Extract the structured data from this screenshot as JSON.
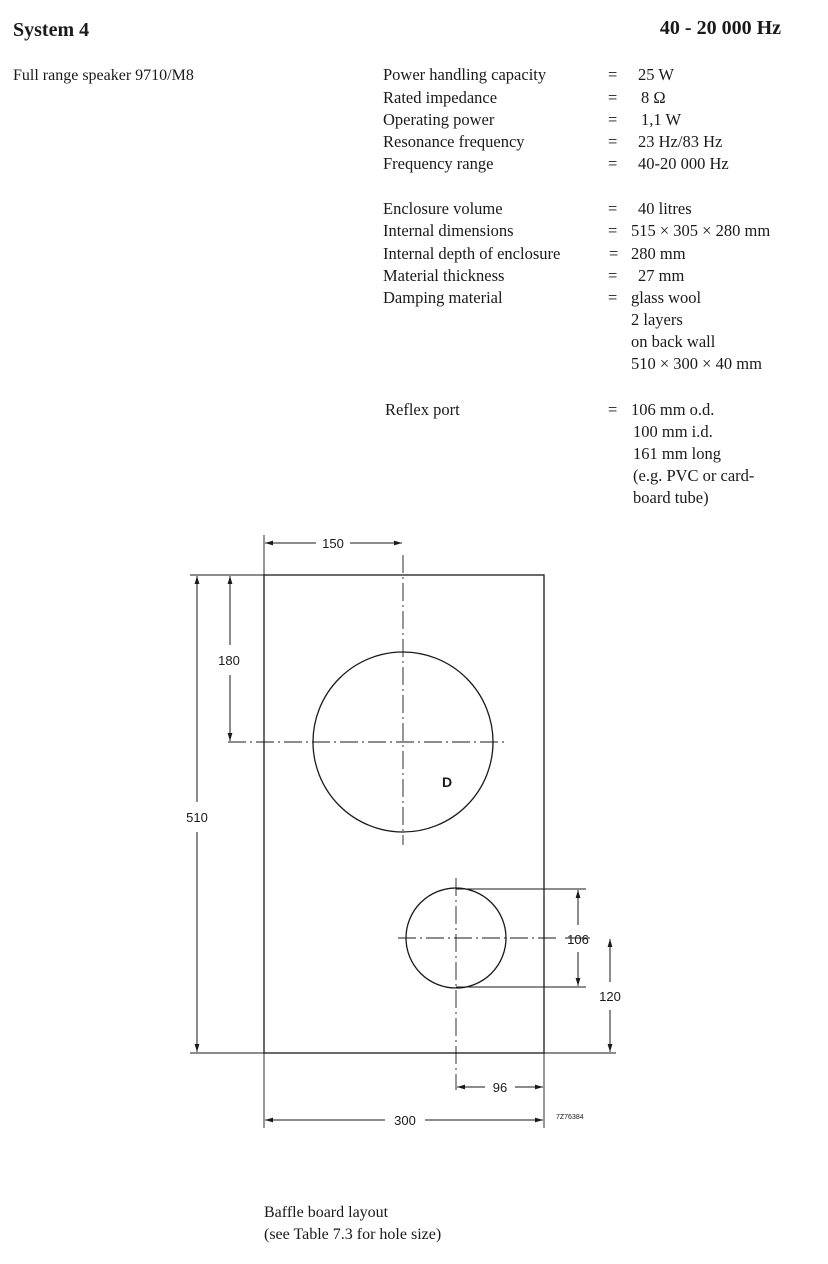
{
  "header": {
    "title": "System 4",
    "frequency_range": "40 - 20 000 Hz",
    "subtitle": "Full range speaker 9710/M8"
  },
  "specs_group1": [
    {
      "label": "Power handling capacity",
      "eq": "=",
      "value": "25 W"
    },
    {
      "label": "Rated impedance",
      "eq": "=",
      "value": " 8 Ω"
    },
    {
      "label": "Operating power",
      "eq": "=",
      "value": " 1,1 W"
    },
    {
      "label": "Resonance frequency",
      "eq": "=",
      "value": "23 Hz/83 Hz"
    },
    {
      "label": "Frequency range",
      "eq": "=",
      "value": "40-20 000 Hz"
    }
  ],
  "specs_group2": [
    {
      "label": "Enclosure volume",
      "eq": "=",
      "value": " 40 litres"
    },
    {
      "label": "Internal dimensions",
      "eq": "=",
      "value": "515 × 305 × 280 mm"
    },
    {
      "label": "Internal depth of enclosure",
      "eq": "=",
      "value": "280 mm"
    },
    {
      "label": "Material thickness",
      "eq": "=",
      "value": " 27 mm"
    },
    {
      "label": "Damping material",
      "eq": "=",
      "value": "glass wool"
    }
  ],
  "damping_continuation": [
    "2 layers",
    "on back wall",
    "510 × 300 × 40 mm"
  ],
  "reflex_port": {
    "label": "Reflex port",
    "eq": "=",
    "value": "106 mm o.d.",
    "continuation": [
      "100 mm i.d.",
      "161 mm long",
      "(e.g. PVC or card-",
      "board tube)"
    ]
  },
  "drawing": {
    "dim_top_offset": "150",
    "dim_top_to_center": "180",
    "dim_height": "510",
    "dim_port_diameter": "106",
    "dim_port_from_bottom": "120",
    "dim_port_from_right": "96",
    "dim_width": "300",
    "driver_label": "D",
    "drawing_ref": "7Z76384"
  },
  "caption": {
    "line1": "Baffle board layout",
    "line2": "(see Table 7.3 for hole size)"
  }
}
